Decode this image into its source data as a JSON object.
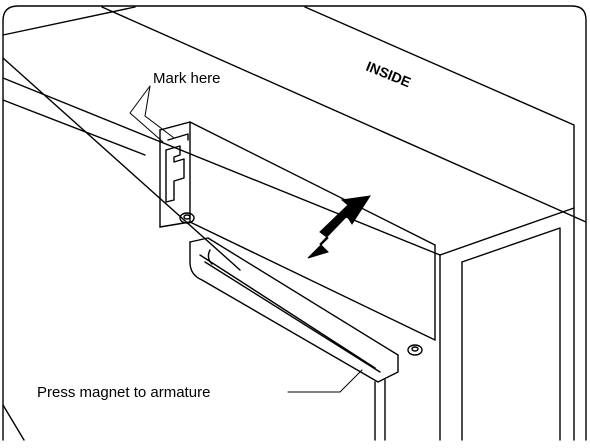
{
  "labels": {
    "mark_here": "Mark here",
    "inside": "INSIDE",
    "press_magnet": "Press magnet to armature"
  },
  "colors": {
    "line": "#000000",
    "background": "#ffffff",
    "arrow": "#000000"
  }
}
